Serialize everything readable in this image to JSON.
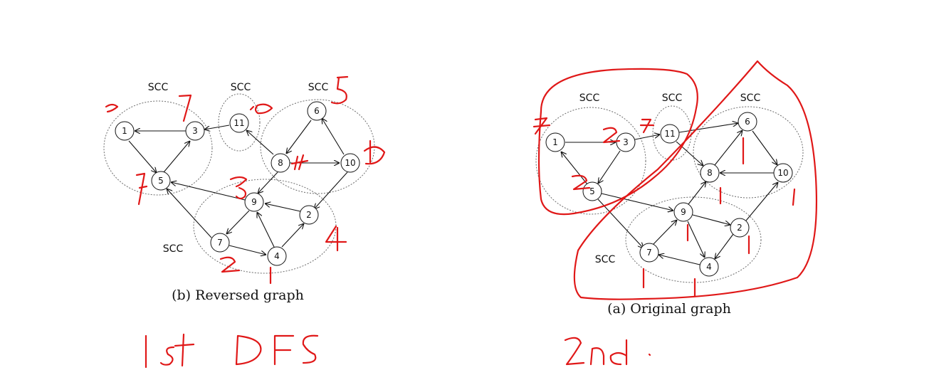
{
  "panel_left": {
    "caption": "(b) Reversed graph",
    "scc_labels": [
      "SCC",
      "SCC",
      "SCC",
      "SCC"
    ],
    "nodes": [
      "1",
      "3",
      "5",
      "11",
      "6",
      "8",
      "10",
      "9",
      "2",
      "7",
      "4"
    ]
  },
  "panel_right": {
    "caption": "(a) Original graph",
    "scc_labels": [
      "SCC",
      "SCC",
      "SCC",
      "SCC"
    ],
    "nodes": [
      "1",
      "3",
      "5",
      "11",
      "6",
      "8",
      "10",
      "9",
      "2",
      "7",
      "4"
    ]
  },
  "annotation_color": "#e01818"
}
